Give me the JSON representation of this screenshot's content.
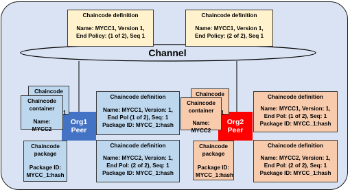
{
  "channel": {
    "label": "Channel"
  },
  "top_definitions": [
    {
      "title": "Chaincode definition",
      "line1": "Name: MYCC1, Version 1,",
      "line2": "End Policy: (1 of 2), Seq 1"
    },
    {
      "title": "Chaincode definition",
      "line1": "Name: MYCC1, Version 1,",
      "line2": "End Policy: (2 of 2), Seq 1"
    }
  ],
  "org1": {
    "peer_line1": "Org1",
    "peer_line2": "Peer",
    "chaincode_back": {
      "title": "Chaincode",
      "number": "1"
    },
    "container": {
      "title_line1": "Chaincode",
      "title_line2": "container",
      "name": "Name: MYCC2"
    },
    "package": {
      "title_line1": "Chaincode",
      "title_line2": "package",
      "id_line1": "Package ID:",
      "id_line2": "MYCC_1:hash"
    },
    "def1": {
      "title": "Chaincode definition",
      "line1": "Name: MYCC1, Version: 1,",
      "line2": "End Pol (1 of 2), Seq: 1",
      "line3": "Package ID: MYCC_1:hash"
    },
    "def2": {
      "title": "Chaincode definition",
      "line1": "Name: MYCC2, Version: 1,",
      "line2": "End Pol: (2 of 2), Seq: 1",
      "line3": "Package ID: MYCC_1:hash"
    }
  },
  "org2": {
    "peer_line1": "Org2",
    "peer_line2": "Peer",
    "chaincode_back": {
      "title": "Chaincode",
      "number": "1"
    },
    "container": {
      "title_line1": "Chaincode",
      "title_line2": "container",
      "name": "Name: MYCC2"
    },
    "package": {
      "title_line1": "Chaincode",
      "title_line2": "package",
      "id_line1": "Package ID:",
      "id_line2": "MYCC_1:hash"
    },
    "def1": {
      "title": "Chaincode definition",
      "line1": "Name: MYCC1, Version: 1,",
      "line2": "End Pol: (1 of 2), Seq: 1",
      "line3": "Package ID: MYCC_1:hash"
    },
    "def2": {
      "title": "Chaincode definition",
      "line1": "Name: MYCC2, Version: 1,",
      "line2": "End Pol: (2 of 2), Seq: 1",
      "line3": "Package ID: MYCC_1:hash"
    }
  },
  "colors": {
    "background": "#dae3f3",
    "channel_defs": "#fff2cc",
    "org1": "#4472c4",
    "org1_boxes": "#bdd7ee",
    "org2": "#ff0000",
    "org2_boxes": "#f8cbad"
  }
}
